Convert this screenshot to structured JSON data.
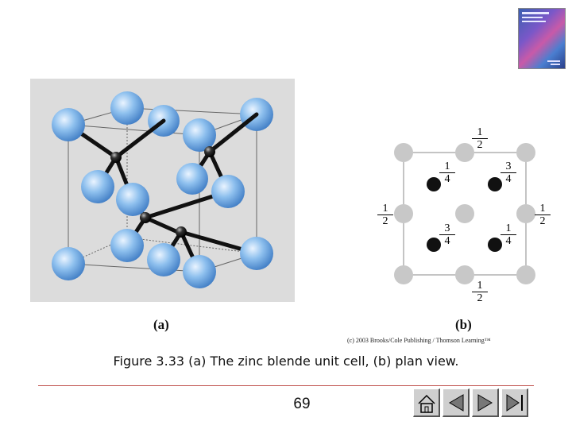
{
  "panel_a": {
    "label": "(a)"
  },
  "panel_b": {
    "label": "(b)",
    "fractions": [
      {
        "id": "top",
        "num": "1",
        "den": "2"
      },
      {
        "id": "bottom",
        "num": "1",
        "den": "2"
      },
      {
        "id": "left",
        "num": "1",
        "den": "2"
      },
      {
        "id": "right",
        "num": "1",
        "den": "2"
      },
      {
        "id": "upper-left",
        "num": "1",
        "den": "4"
      },
      {
        "id": "upper-right",
        "num": "3",
        "den": "4"
      },
      {
        "id": "lower-left",
        "num": "3",
        "den": "4"
      },
      {
        "id": "lower-right",
        "num": "1",
        "den": "4"
      }
    ]
  },
  "copyright": "(c) 2003 Brooks/Cole Publishing / Thomson Learning™",
  "caption": "Figure 3.33 (a) The zinc blende unit cell, (b) plan view.",
  "page_number": "69",
  "nav": {
    "home_icon": "home-icon",
    "first_icon": "first-slide-icon",
    "prev_icon": "prev-slide-icon",
    "next_icon": "next-slide-icon",
    "last_icon": "last-slide-icon"
  },
  "colors": {
    "blue_atom": "#7fb3e8",
    "black_atom": "#1a1a1a",
    "gray_atom": "#c8c8c8",
    "divider": "#c0504d"
  }
}
